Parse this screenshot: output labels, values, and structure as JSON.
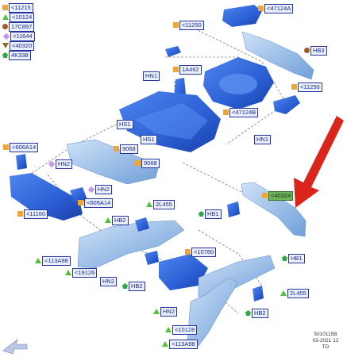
{
  "legend": [
    {
      "symbol": "square",
      "code": "<11215"
    },
    {
      "symbol": "triangle",
      "code": "<10124"
    },
    {
      "symbol": "circle",
      "code": "17C897"
    },
    {
      "symbol": "diamond",
      "code": "<11644"
    },
    {
      "symbol": "triangle-down",
      "code": "<40320"
    },
    {
      "symbol": "pentagon",
      "code": "4K338"
    }
  ],
  "labels": {
    "l47124a": "<47124A",
    "l11250a": "<11250",
    "hb3": "HB3",
    "l1a462": "1A462",
    "hn1a": "HN1",
    "l11250b": "<11250",
    "l47124b": "<47124B",
    "hn1b": "HN1",
    "hs1a": "HS1",
    "hs1b": "HS1",
    "l9068a": "9068",
    "l9068b": "9068",
    "hn2a": "HN2",
    "l606a14a": "<606A14",
    "hn2b": "HN2",
    "l606a14b": "<606A14",
    "l11160": "<11160",
    "l2l455a": "2L455",
    "hb1a": "HB1",
    "l40324": "<40324",
    "hb2a": "HB2",
    "l113a98a": "<113A98",
    "l10780": "<10780",
    "l19126": "<19126",
    "hb1b": "HB1",
    "hn2c": "HN2",
    "hb2b": "HB2",
    "l2l455b": "2L455",
    "hn2d": "HN2",
    "l10128": "<10128",
    "hb2c": "HB2",
    "l113a98b": "<113A98"
  },
  "meta": {
    "code": "5010115B",
    "date": "03-2021 12",
    "region": "TD"
  },
  "colors": {
    "part_blue": "#2f5fd6",
    "part_light": "#9fc1ec",
    "arrow_red": "#d9251c",
    "label_border": "#27349e"
  }
}
